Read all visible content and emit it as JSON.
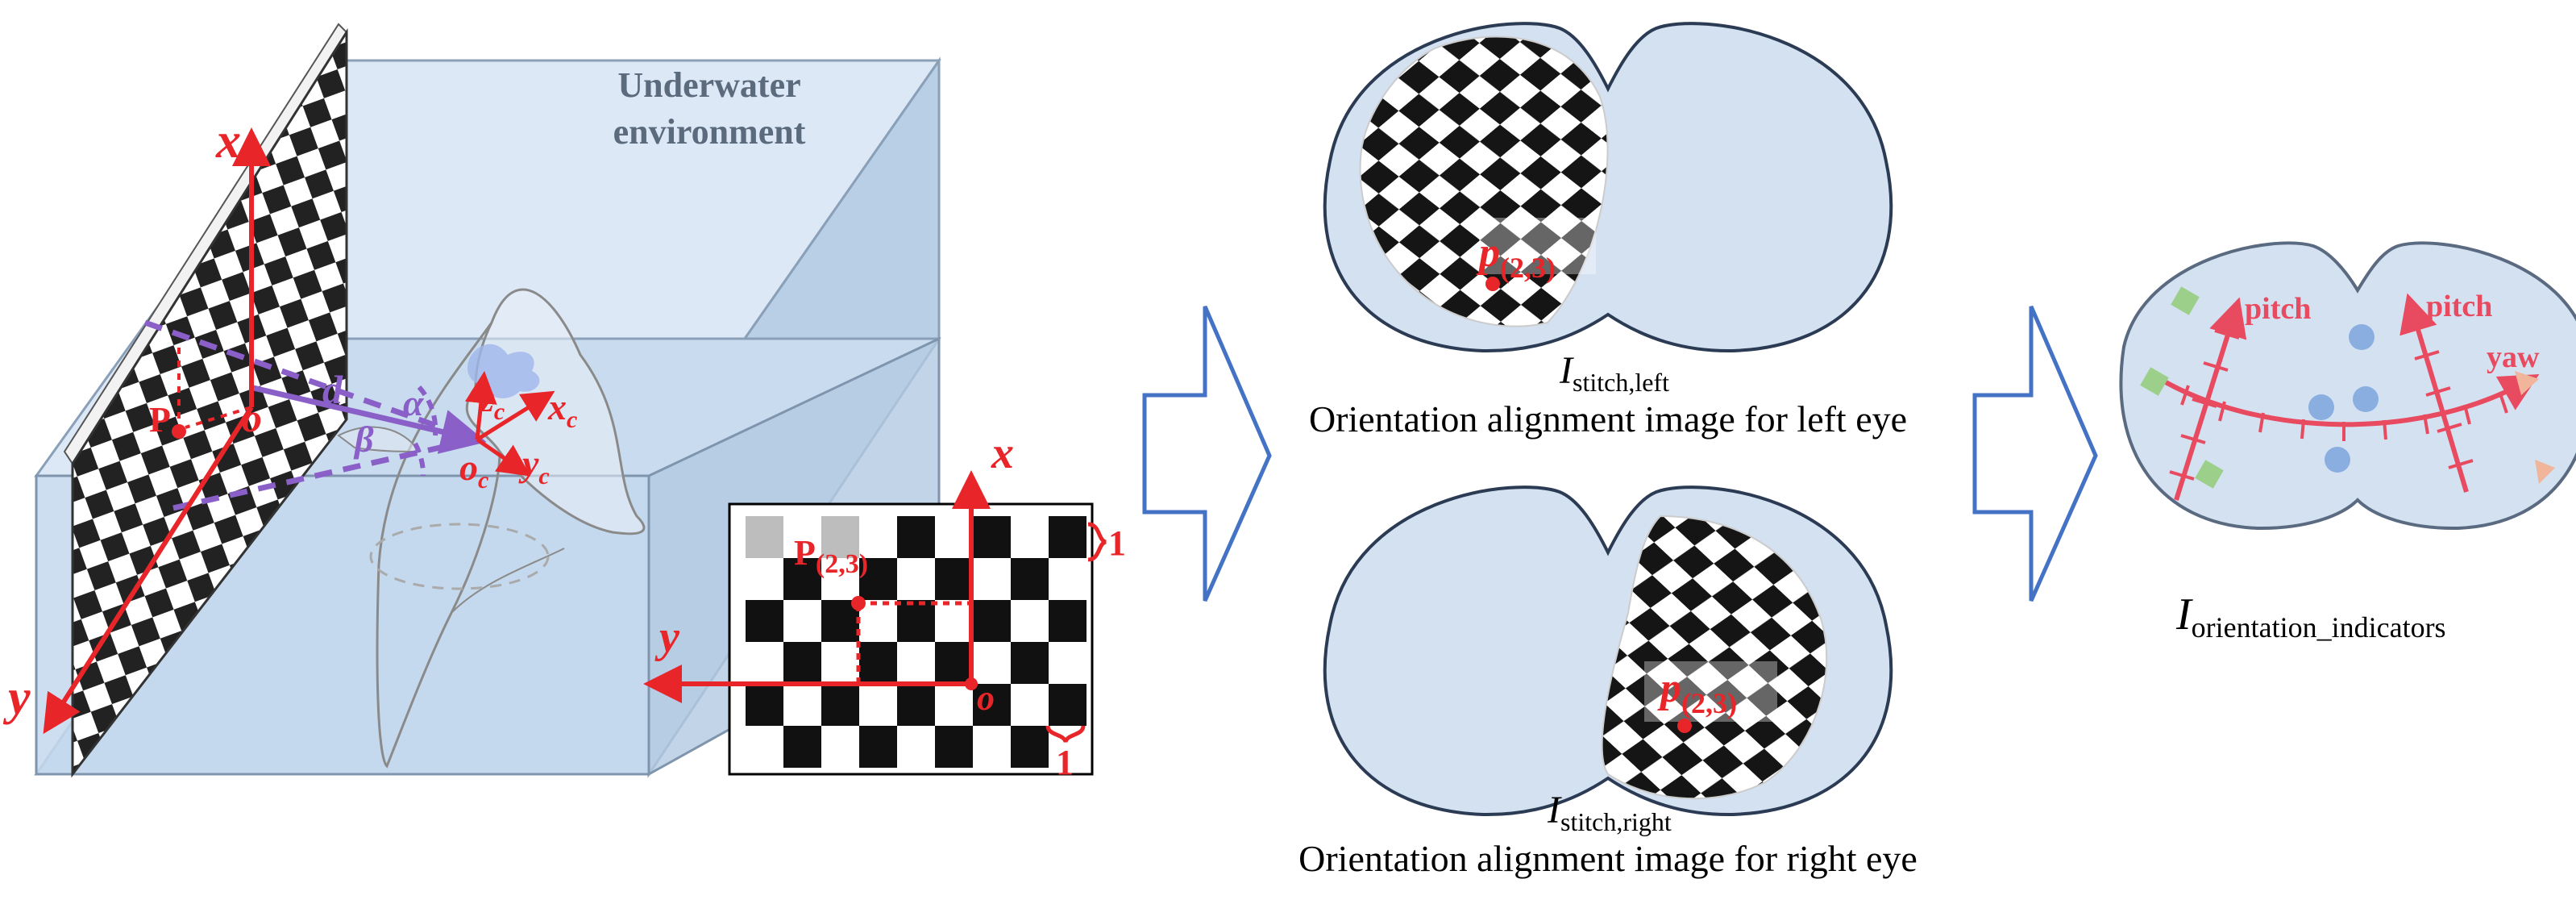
{
  "environment_label_line1": "Underwater",
  "environment_label_line2": "environment",
  "world_axes": {
    "x": "x",
    "y": "y",
    "origin": "o"
  },
  "camera_axes": {
    "x": "x",
    "x_sub": "c",
    "y": "y",
    "y_sub": "c",
    "z": "z",
    "z_sub": "c",
    "origin": "o",
    "origin_sub": "c"
  },
  "angle_labels": {
    "distance": "d",
    "alpha": "α",
    "beta": "β"
  },
  "point_label": "P",
  "board": {
    "point_label": "P",
    "point_index": "(2,3)",
    "x_axis": "x",
    "y_axis": "y",
    "origin": "o",
    "unit_right": "1",
    "unit_bottom": "1"
  },
  "left_eye": {
    "point_label": "p",
    "point_index": "(2,3)",
    "image_symbol": "I",
    "image_subscript": "stitch,left",
    "caption": "Orientation alignment image for left eye"
  },
  "right_eye": {
    "point_label": "p",
    "point_index": "(2,3)",
    "image_symbol": "I",
    "image_subscript": "stitch,right",
    "caption": "Orientation alignment image for right eye"
  },
  "indicators": {
    "pitch_left": "pitch",
    "pitch_right": "pitch",
    "yaw": "yaw",
    "image_symbol": "I",
    "image_subscript": "orientation_indicators"
  },
  "colors": {
    "axis_red": "#e8262a",
    "angle_purple": "#8a5fc8",
    "arrow_blue": "#4472c4",
    "water_blue": "#c9dcef",
    "indicator_pink": "#e84a5f",
    "dot_blue": "#8aaee0",
    "diamond_green": "#9ccf8a",
    "triangle_peach": "#f0b59a"
  }
}
